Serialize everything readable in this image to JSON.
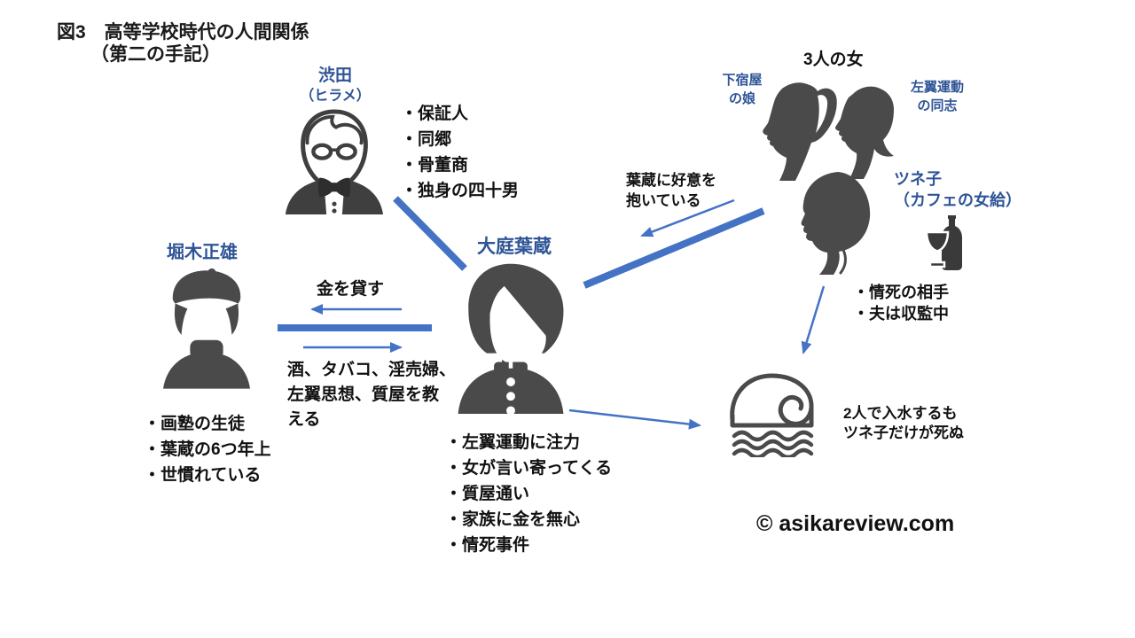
{
  "title": [
    "図3　高等学校時代の人間関係",
    "（第二の手記）"
  ],
  "watermark": "© asikareview.com",
  "people": {
    "shibuta": {
      "name": "渋田",
      "alias": "（ヒラメ）",
      "traits": [
        "・保証人",
        "・同郷",
        "・骨董商",
        "・独身の四十男"
      ]
    },
    "horiki": {
      "name": "堀木正雄",
      "traits": [
        "・画塾の生徒",
        "・葉蔵の6つ年上",
        "・世慣れている"
      ]
    },
    "yozo": {
      "name": "大庭葉蔵",
      "traits": [
        "・左翼運動に注力",
        "・女が言い寄ってくる",
        "・質屋通い",
        "・家族に金を無心",
        "・情死事件"
      ]
    },
    "women": {
      "group_label": "3人の女",
      "lodger_daughter": [
        "下宿屋",
        "の娘"
      ],
      "leftist_comrade": [
        "左翼運動",
        "の同志"
      ],
      "tsuneko": {
        "name": "ツネ子",
        "alias": "（カフェの女給）",
        "traits": [
          "・情死の相手",
          "・夫は収監中"
        ]
      }
    }
  },
  "edges": {
    "lend_money": "金を貸す",
    "teach": [
      "酒、タバコ、淫売婦、",
      "左翼思想、質屋を教",
      "える"
    ],
    "affection": [
      "葉蔵に好意を",
      "抱いている"
    ],
    "drowning": [
      "2人で入水するも",
      "ツネ子だけが死ぬ"
    ]
  },
  "colors": {
    "line_blue": "#4472C4",
    "name_blue": "#2E5496",
    "icon_gray": "#3F3F3F",
    "text_black": "#111111"
  }
}
